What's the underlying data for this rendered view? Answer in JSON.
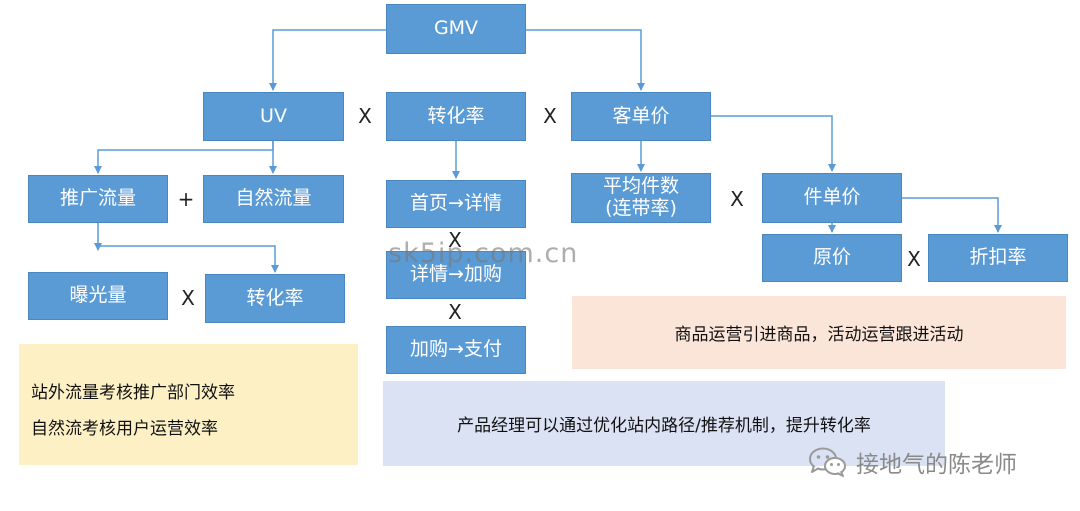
{
  "nodes": {
    "gmv": "GMV",
    "uv": "UV",
    "conversion_rate": "转化率",
    "avg_order_value": "客单价",
    "promo_traffic": "推广流量",
    "natural_traffic": "自然流量",
    "exposure": "曝光量",
    "promo_conversion_rate": "转化率",
    "home_to_detail": "首页→详情",
    "detail_to_cart": "详情→加购",
    "cart_to_pay": "加购→支付",
    "avg_items_line1": "平均件数",
    "avg_items_line2": "(连带率)",
    "unit_price": "件单价",
    "original_price": "原价",
    "discount_rate": "折扣率"
  },
  "operators": {
    "uv_x_conv": "X",
    "conv_x_aov": "X",
    "promo_plus_natural": "+",
    "exposure_x_conv": "X",
    "funnel_x_1": "X",
    "funnel_x_2": "X",
    "items_x_unit": "X",
    "orig_x_disc": "X"
  },
  "notes": {
    "traffic_line1": "站外流量考核推广部门效率",
    "traffic_line2": "自然流考核用户运营效率",
    "product": "产品经理可以通过优化站内路径/推荐机制，提升转化率",
    "merch": "商品运营引进商品，活动运营跟进活动"
  },
  "overlays": {
    "watermark": "sk5ip.com.cn",
    "wechat_label": "接地气的陈老师"
  },
  "colors": {
    "box_fill": "#5b9bd5",
    "connector": "#5b9bd5",
    "note_yellow": "#fdf0c5",
    "note_blue": "#dae2f3",
    "note_peach": "#fbe5d8"
  }
}
